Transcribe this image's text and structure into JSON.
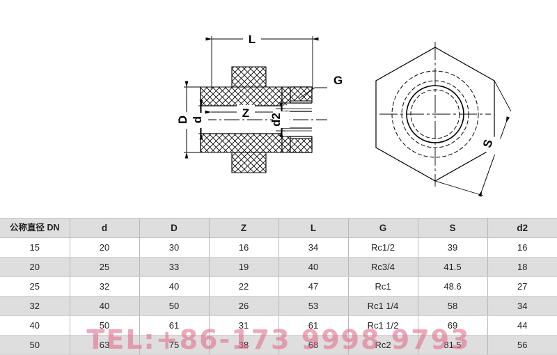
{
  "drawing": {
    "section_view": {
      "name": "pipe-fitting-cross-section",
      "labels": {
        "overall_length": "L",
        "outer_diameter": "D",
        "socket_diameter": "d",
        "socket_depth": "Z",
        "thread_bore": "d2",
        "thread": "G"
      }
    },
    "end_view": {
      "name": "hexagon-end-view",
      "labels": {
        "across_flats": "S"
      }
    }
  },
  "table": {
    "headers": [
      "公称直径 DN",
      "d",
      "D",
      "Z",
      "L",
      "G",
      "S",
      "d2"
    ],
    "rows": [
      [
        "15",
        "20",
        "30",
        "16",
        "34",
        "Rc1/2",
        "39",
        "16"
      ],
      [
        "20",
        "25",
        "33",
        "19",
        "40",
        "Rc3/4",
        "41.5",
        "18"
      ],
      [
        "25",
        "32",
        "40",
        "22",
        "47",
        "Rc1",
        "48.6",
        "27"
      ],
      [
        "32",
        "40",
        "50",
        "26",
        "53",
        "Rc1 1/4",
        "58",
        "34"
      ],
      [
        "40",
        "50",
        "61",
        "31",
        "61",
        "Rc1 1/2",
        "69",
        "44"
      ],
      [
        "50",
        "63",
        "75",
        "38",
        "68",
        "Rc2",
        "81.5",
        "56"
      ]
    ]
  },
  "watermark": {
    "text": "TEL:+86-173 9998 9793",
    "color": "#e26e8c"
  },
  "colors": {
    "header_bg": "#dedede",
    "row_alt_bg": "#dedede",
    "row_bg": "#ffffff",
    "border": "#b8b8b8",
    "ink": "#231f20"
  }
}
